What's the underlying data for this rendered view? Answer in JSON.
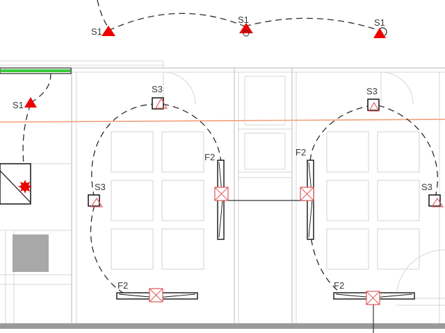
{
  "tags": {
    "s1": "S1",
    "s3": "S3",
    "f2": "F2"
  },
  "colors": {
    "detector_red": "#ee0000",
    "guide_line_orange": "#f2a07a",
    "top_bar_green": "#33cc33",
    "wire_dark": "#2b2b2b",
    "grid_gray": "#d6d6d6",
    "floor_bar_gray": "#9a9a9a",
    "box_fill_gray": "#a8a8a8"
  },
  "icons": {
    "sensor": "red-triangle-sensor-icon",
    "wall_switch": "square-switch-icon",
    "junction_box": "crossed-junction-box-icon",
    "alarm": "red-starburst-icon"
  }
}
